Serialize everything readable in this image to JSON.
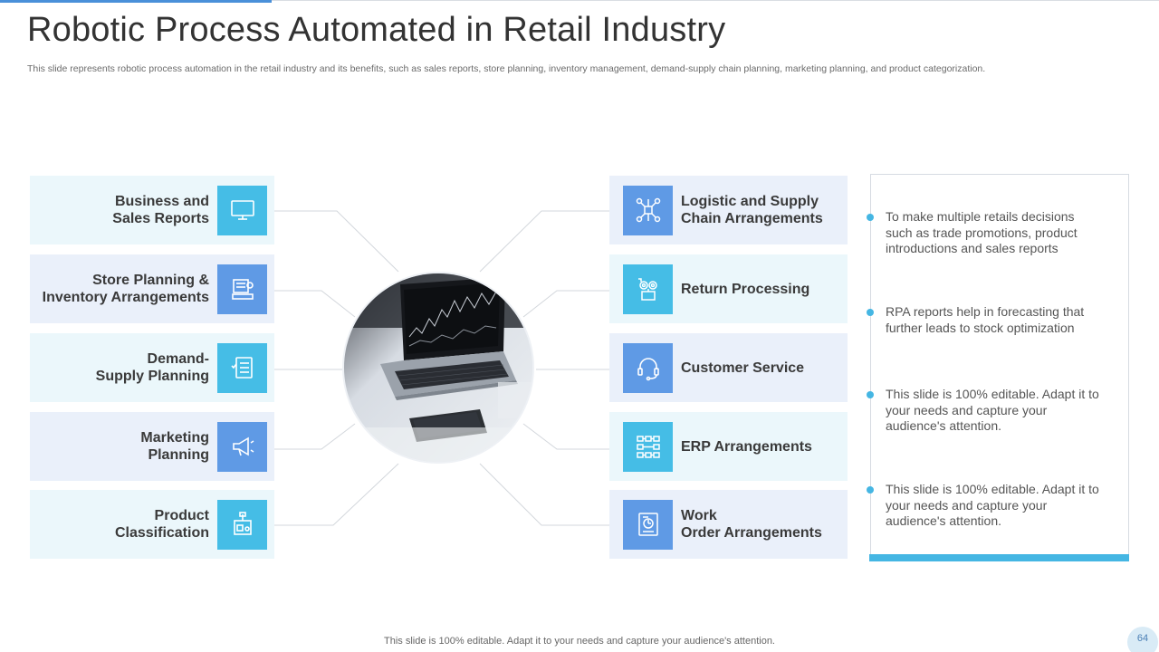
{
  "header": {
    "title": "Robotic Process Automated in Retail Industry",
    "subtitle": "This slide represents robotic process automation in the retail industry and its benefits, such as sales reports, store planning, inventory management, demand-supply chain planning, marketing planning, and product categorization."
  },
  "left_cards": [
    {
      "line1": "Business and",
      "line2": "Sales Reports",
      "icon": "monitor-icon"
    },
    {
      "line1": "Store Planning &",
      "line2": "Inventory Arrangements",
      "icon": "inventory-icon"
    },
    {
      "line1": "Demand-",
      "line2": "Supply Planning",
      "icon": "checklist-icon"
    },
    {
      "line1": "Marketing",
      "line2": "Planning",
      "icon": "megaphone-icon"
    },
    {
      "line1": "Product",
      "line2": "Classification",
      "icon": "product-icon"
    }
  ],
  "right_cards": [
    {
      "line1": "Logistic and Supply",
      "line2": "Chain Arrangements",
      "icon": "network-icon"
    },
    {
      "line1": "Return Processing",
      "line2": "",
      "icon": "gears-icon"
    },
    {
      "line1": "Customer Service",
      "line2": "",
      "icon": "headset-icon"
    },
    {
      "line1": "ERP Arrangements",
      "line2": "",
      "icon": "flowchart-icon"
    },
    {
      "line1": "Work",
      "line2": "Order Arrangements",
      "icon": "order-icon"
    }
  ],
  "panel": {
    "bullets": [
      {
        "l1": "To make multiple retails decisions",
        "l2": "such as trade promotions, product",
        "l3": "introductions and sales reports"
      },
      {
        "l1": "RPA reports help in forecasting that",
        "l2": "further leads to stock optimization",
        "l3": ""
      },
      {
        "l1": "This slide is 100% editable. Adapt it to",
        "l2": "your needs and capture your",
        "l3": "audience's attention."
      },
      {
        "l1": "This slide is 100% editable. Adapt it to",
        "l2": "your needs and capture your",
        "l3": "audience's attention."
      }
    ]
  },
  "footer": {
    "text": "This slide is 100% editable. Adapt it to your needs and capture your audience's attention.",
    "page_number": "64"
  },
  "colors": {
    "accent_cyan": "#45bde6",
    "accent_blue": "#5f9ae5",
    "card_light": "#ebf7fb",
    "card_blue": "#eaf0fa"
  }
}
